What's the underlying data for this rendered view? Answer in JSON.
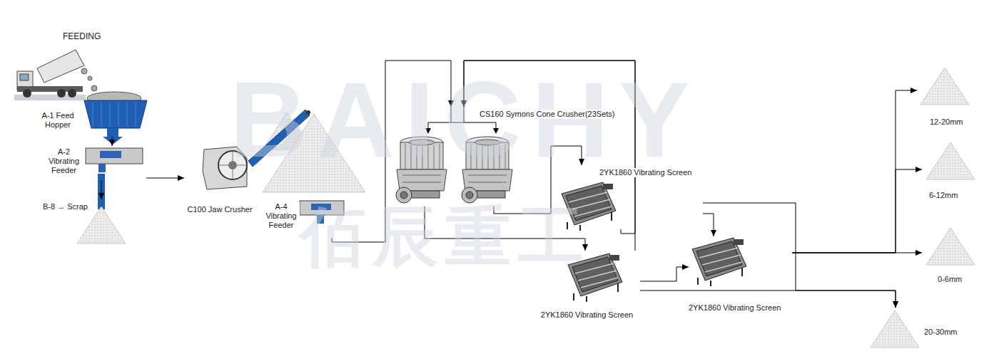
{
  "diagram": {
    "nodes": [
      {
        "text": [
          "A-1 Feed Hopper"
        ]
      },
      {
        "text": [
          "A-2 Vibrating Feeder"
        ]
      },
      {
        "text": [
          "B-8 → Scrap"
        ]
      },
      {
        "text": [
          "C100 Jaw Crusher"
        ]
      },
      {
        "text": [
          "A-4 Vibrating Feeder"
        ]
      },
      {
        "text": [
          "CS160 Symons Cone Crusher(23Sets)"
        ]
      },
      {
        "text": [
          "2YK1860 Vibrating Screen"
        ]
      },
      {
        "text": [
          "2YK1860 Vibrating Screen"
        ]
      },
      {
        "text": [
          "2YK1860 Vibrating Screen"
        ]
      },
      {
        "text": [
          "12-20mm"
        ]
      },
      {
        "text": [
          "6-12mm"
        ]
      },
      {
        "text": [
          "0-6mm"
        ]
      },
      {
        "text": [
          "20-30mm"
        ]
      }
    ],
    "edges": [
      {
        "from": 0,
        "to": 1,
        "arrow": "to"
      },
      {
        "from": 1,
        "to": 2,
        "arrow": "to"
      },
      {
        "from": 1,
        "to": 3,
        "arrow": "to"
      },
      {
        "from": 4,
        "to": 5,
        "arrow": "to"
      },
      {
        "from": 5,
        "to": 6,
        "arrow": "to"
      },
      {
        "from": 5,
        "to": 7,
        "arrow": "to"
      },
      {
        "from": 6,
        "to": 5,
        "arrow": "to"
      },
      {
        "from": 7,
        "to": 5,
        "arrow": "to"
      },
      {
        "from": 6,
        "to": 8,
        "arrow": "to"
      },
      {
        "from": 7,
        "to": 8,
        "arrow": "to"
      },
      {
        "from": 8,
        "to": 9,
        "arrow": "to"
      },
      {
        "from": 8,
        "to": 10,
        "arrow": "to"
      },
      {
        "from": 8,
        "to": 11,
        "arrow": "to"
      },
      {
        "from": 6,
        "to": 12,
        "arrow": "to"
      },
      {
        "from": 7,
        "to": 12,
        "arrow": "to"
      }
    ],
    "labels": [
      "FEEDING",
      "BAICHY",
      "佰辰重工"
    ]
  }
}
